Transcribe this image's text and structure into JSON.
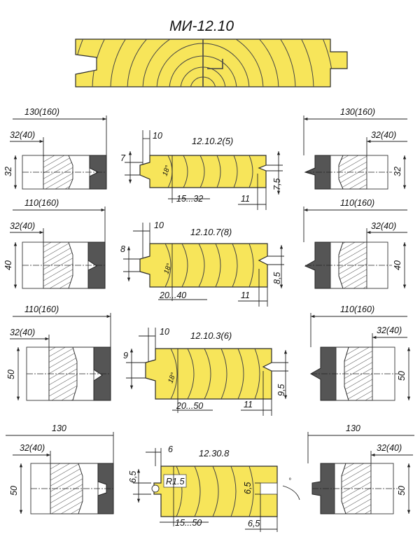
{
  "title": "МИ-12.10",
  "rows": [
    {
      "profile_label": "12.10.2(5)",
      "left_cutter": {
        "width": "130(160)",
        "inner": "32(40)",
        "height": "32"
      },
      "right_cutter": {
        "width": "130(160)",
        "inner": "32(40)",
        "height": "32"
      },
      "profile": {
        "top_offset": "10",
        "tongue": "7",
        "angle": "18°",
        "thickness": "15...32",
        "groove_depth": "11",
        "groove_w": "7,5"
      }
    },
    {
      "profile_label": "12.10.7(8)",
      "left_cutter": {
        "width": "110(160)",
        "inner": "32(40)",
        "height": "40"
      },
      "right_cutter": {
        "width": "110(160)",
        "inner": "32(40)",
        "height": "40"
      },
      "profile": {
        "top_offset": "10",
        "tongue": "8",
        "angle": "18°",
        "thickness": "20...40",
        "groove_depth": "11",
        "groove_w": "8,5"
      }
    },
    {
      "profile_label": "12.10.3(6)",
      "left_cutter": {
        "width": "110(160)",
        "inner": "32(40)",
        "height": "50"
      },
      "right_cutter": {
        "width": "110(160)",
        "inner": "32(40)",
        "height": "50"
      },
      "profile": {
        "top_offset": "10",
        "tongue": "9",
        "angle": "18°",
        "thickness": "20...50",
        "groove_depth": "11",
        "groove_w": "9,5"
      }
    },
    {
      "profile_label": "12.30.8",
      "left_cutter": {
        "width": "130",
        "inner": "32(40)",
        "height": "50"
      },
      "right_cutter": {
        "width": "130",
        "inner": "32(40)",
        "height": "50"
      },
      "profile": {
        "top_offset": "6",
        "tongue": "6,5",
        "radius": "R1.5",
        "thickness": "15...50",
        "groove_depth": "6,5",
        "groove_w": "6,5"
      }
    }
  ]
}
